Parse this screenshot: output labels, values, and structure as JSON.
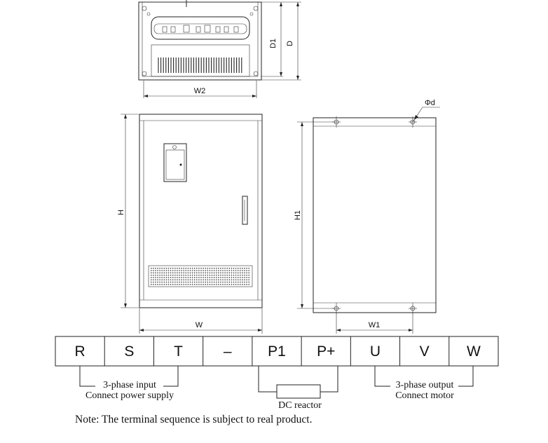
{
  "top_view": {
    "width_label": "W2",
    "depth_labels": [
      "D1",
      "D"
    ]
  },
  "front_view": {
    "height_label": "H",
    "width_label": "W"
  },
  "side_view": {
    "height_label": "H1",
    "width_label": "W1",
    "hole_label": "Φd"
  },
  "terminals": [
    "R",
    "S",
    "T",
    "–",
    "P1",
    "P+",
    "U",
    "V",
    "W"
  ],
  "groups": {
    "input_line1": "3-phase input",
    "input_line2": "Connect power supply",
    "reactor": "DC reactor",
    "output_line1": "3-phase output",
    "output_line2": "Connect motor"
  },
  "note": "Note: The terminal sequence is subject to real product."
}
